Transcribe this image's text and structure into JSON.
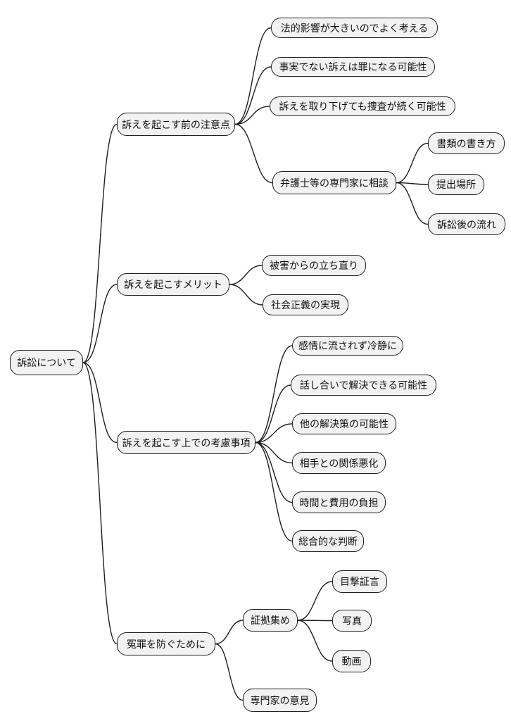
{
  "mindmap": {
    "type": "mindmap-diagram",
    "colors": {
      "background": "#ffffff",
      "node_fill": "#f2f2f2",
      "node_border": "#1f1f1f",
      "edge": "#1f1f1f"
    },
    "root": {
      "label": "訴訟について"
    },
    "branches": [
      {
        "label": "訴えを起こす前の注意点",
        "children": [
          {
            "label": "法的影響が大きいのでよく考える"
          },
          {
            "label": "事実でない訴えは罪になる可能性"
          },
          {
            "label": "訴えを取り下げても捜査が続く可能性"
          },
          {
            "label": "弁護士等の専門家に相談",
            "children": [
              {
                "label": "書類の書き方"
              },
              {
                "label": "提出場所"
              },
              {
                "label": "訴訟後の流れ"
              }
            ]
          }
        ]
      },
      {
        "label": "訴えを起こすメリット",
        "children": [
          {
            "label": "被害からの立ち直り"
          },
          {
            "label": "社会正義の実現"
          }
        ]
      },
      {
        "label": "訴えを起こす上での考慮事項",
        "children": [
          {
            "label": "感情に流されず冷静に"
          },
          {
            "label": "話し合いで解決できる可能性"
          },
          {
            "label": "他の解決策の可能性"
          },
          {
            "label": "相手との関係悪化"
          },
          {
            "label": "時間と費用の負担"
          },
          {
            "label": "総合的な判断"
          }
        ]
      },
      {
        "label": "冤罪を防ぐために",
        "children": [
          {
            "label": "証拠集め",
            "children": [
              {
                "label": "目撃証言"
              },
              {
                "label": "写真"
              },
              {
                "label": "動画"
              }
            ]
          },
          {
            "label": "専門家の意見"
          }
        ]
      }
    ]
  }
}
